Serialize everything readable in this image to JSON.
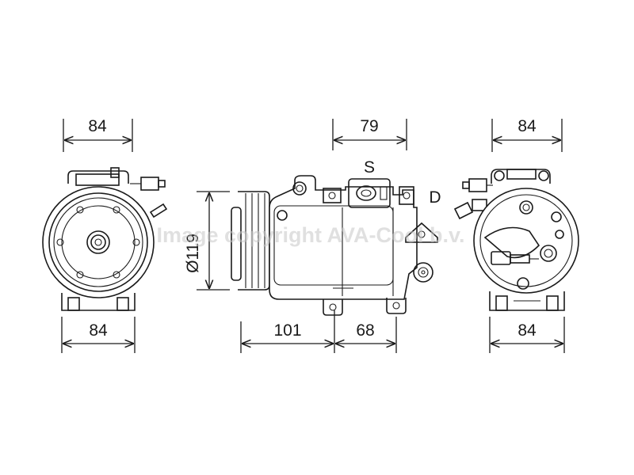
{
  "dimensions": {
    "front_top_width": "84",
    "front_bottom_width": "84",
    "side_body_length": "79",
    "side_diameter": "Ø119",
    "side_front_length": "101",
    "side_rear_length": "68",
    "rear_top_width": "84",
    "rear_bottom_width": "84"
  },
  "ports": {
    "suction": "S",
    "discharge": "D"
  },
  "watermark": "Image copyright AVA-Cool b.v."
}
